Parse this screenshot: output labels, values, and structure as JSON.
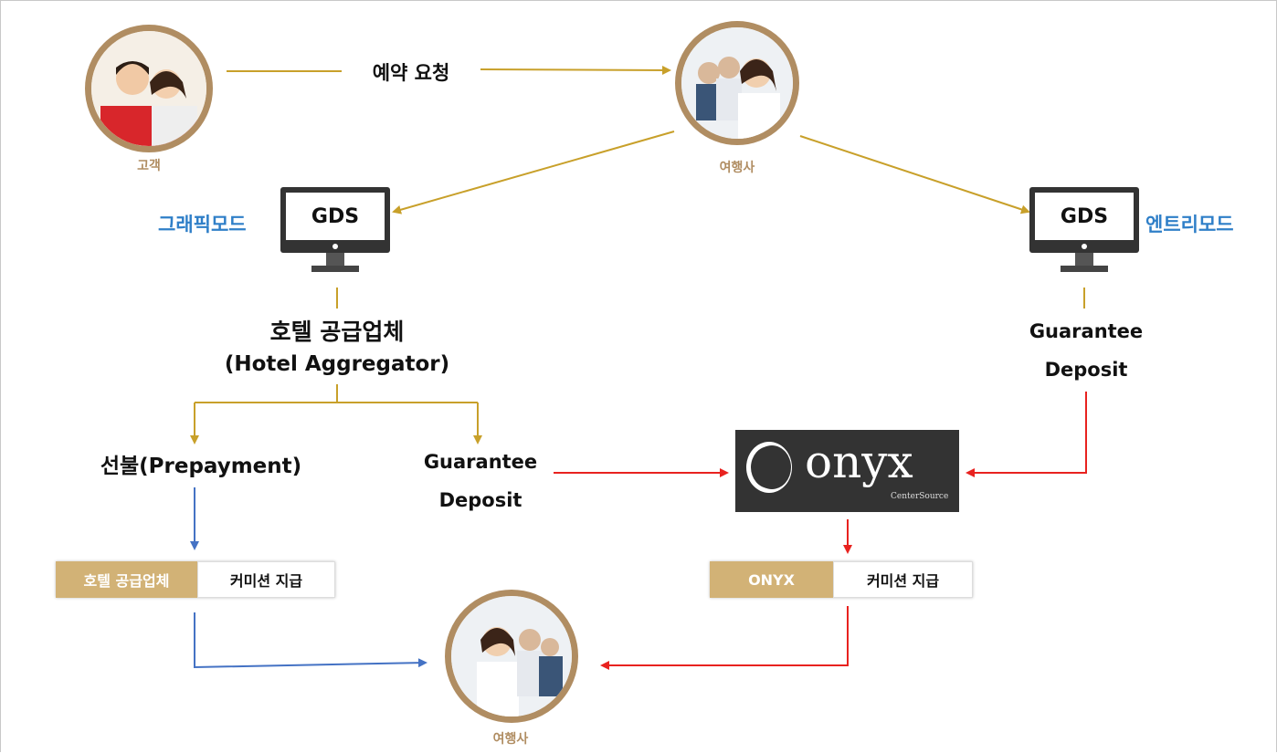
{
  "nodes": {
    "customer": "고객",
    "agency_top": "여행사",
    "agency_bottom": "여행사"
  },
  "labels": {
    "booking_request": "예약 요청",
    "hotel_supplier": "호텔 공급업체",
    "hotel_aggregator": "(Hotel Aggregator)",
    "prepayment": "선불(Prepayment)",
    "guarantee_left_1": "Guarantee",
    "guarantee_left_2": "Deposit",
    "guarantee_right_1": "Guarantee",
    "guarantee_right_2": "Deposit"
  },
  "gds": {
    "left_screen": "GDS",
    "left_mode": "그래픽모드",
    "right_screen": "GDS",
    "right_mode": "엔트리모드"
  },
  "onyx": {
    "word": "onyx",
    "sub": "CenterSource"
  },
  "badges": {
    "left_brand": "호텔 공급업체",
    "left_action": "커미션 지급",
    "right_brand": "ONYX",
    "right_action": "커미션 지급"
  },
  "colors": {
    "gold": "#c8a02a",
    "red": "#e8221f",
    "blue": "#4472c4",
    "photo_border": "#b08d62"
  }
}
